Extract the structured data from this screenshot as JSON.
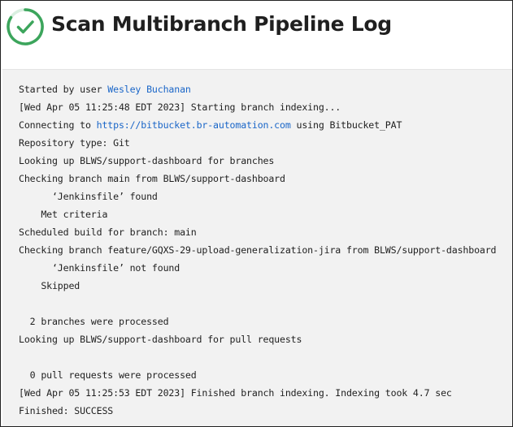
{
  "header": {
    "title": "Scan Multibranch Pipeline Log",
    "status_icon": "success-check-icon",
    "status_color": "#3ca55c"
  },
  "log": {
    "started_prefix": "Started by user ",
    "started_user": "Wesley Buchanan",
    "line_indexing_start": "[Wed Apr 05 11:25:48 EDT 2023] Starting branch indexing...",
    "connecting_prefix": "Connecting to ",
    "connecting_url": "https://bitbucket.br-automation.com",
    "connecting_suffix": " using Bitbucket_PAT",
    "repo_type": "Repository type: Git",
    "lookup_branches": "Looking up BLWS/support-dashboard for branches",
    "check_main": "Checking branch main from BLWS/support-dashboard",
    "jenkinsfile_found": "      ‘Jenkinsfile’ found",
    "met_criteria": "    Met criteria",
    "scheduled_build": "Scheduled build for branch: main",
    "check_feature": "Checking branch feature/GQXS-29-upload-generalization-jira from BLWS/support-dashboard",
    "jenkinsfile_not_found": "      ‘Jenkinsfile’ not found",
    "skipped": "    Skipped",
    "branches_processed": "  2 branches were processed",
    "lookup_prs": "Looking up BLWS/support-dashboard for pull requests",
    "prs_processed": "  0 pull requests were processed",
    "indexing_finished": "[Wed Apr 05 11:25:53 EDT 2023] Finished branch indexing. Indexing took 4.7 sec",
    "finished": "Finished: SUCCESS"
  },
  "colors": {
    "link": "#1a66c8",
    "console_bg": "#f2f2f2",
    "text": "#1f1f1f"
  }
}
